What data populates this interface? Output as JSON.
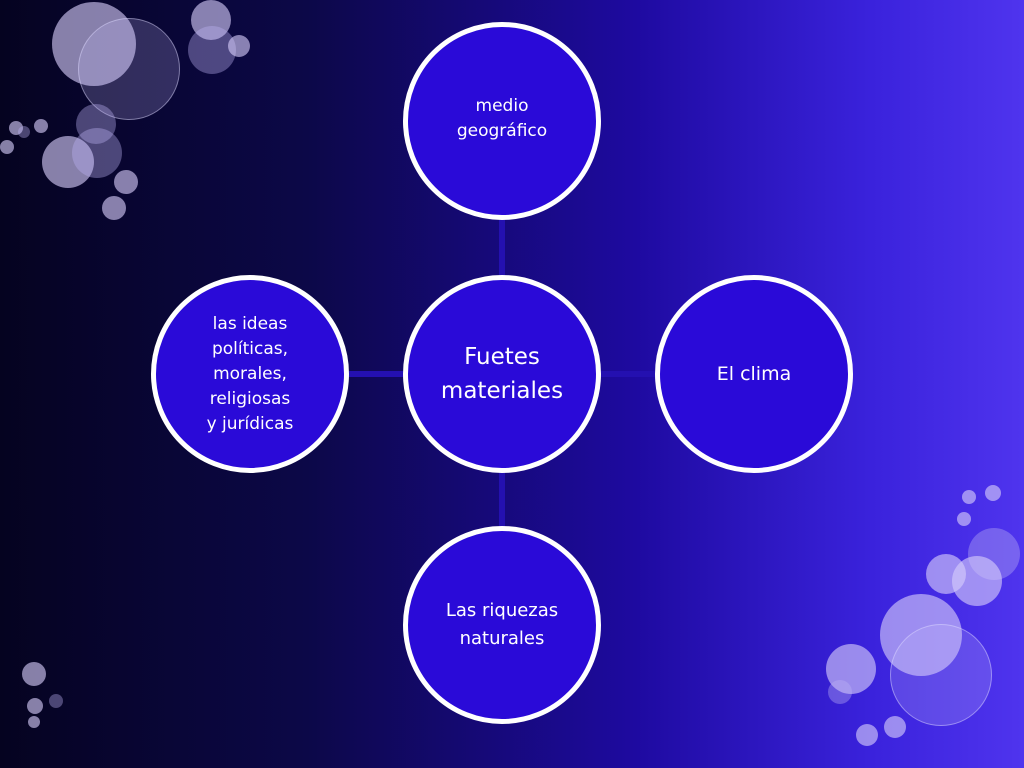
{
  "diagram": {
    "center": {
      "label": "Fuetes\nmateriales"
    },
    "top": {
      "label": "medio\ngeográfico"
    },
    "right": {
      "label": "El clima"
    },
    "bottom": {
      "label": "Las riquezas\nnaturales"
    },
    "left": {
      "label": "las ideas\npolíticas,\nmorales,\nreligiosas\ny jurídicas"
    }
  },
  "colors": {
    "node_fill": "#2a0ad8",
    "node_border": "#ffffff",
    "connector": "#2410b0",
    "background_left": "#050320",
    "background_right": "#4f34ee"
  }
}
